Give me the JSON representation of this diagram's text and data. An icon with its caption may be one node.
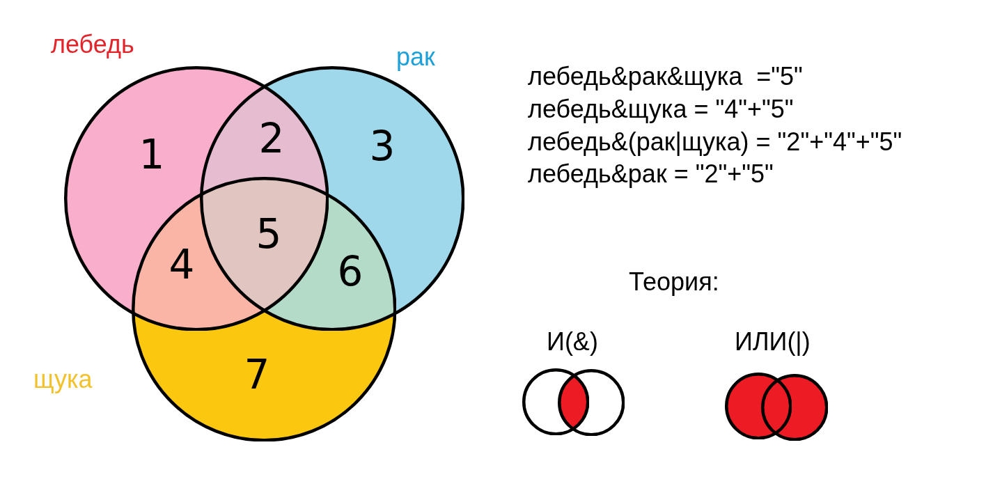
{
  "diagram": {
    "nodes": [
      {
        "text": [
          "лебедь"
        ]
      },
      {
        "text": [
          "рак"
        ]
      },
      {
        "text": [
          "щука"
        ]
      },
      {
        "text": [],
        "shape": "circle"
      },
      {
        "text": [],
        "shape": "circle"
      },
      {
        "text": [],
        "shape": "circle"
      },
      {
        "text": [],
        "shape": "circle"
      }
    ],
    "edges": [],
    "labels": [
      "1",
      "2",
      "3",
      "4",
      "5",
      "6",
      "7",
      "лебедь&рак&щука  =\"5\"",
      "лебедь&щука = \"4\"+\"5\"",
      "лебедь&(рак|щука) = \"2\"+\"4\"+\"5\"",
      "лебедь&рак = \"2\"+\"5\"",
      "Теория:",
      "И(&)",
      "ИЛИ(|)"
    ]
  }
}
